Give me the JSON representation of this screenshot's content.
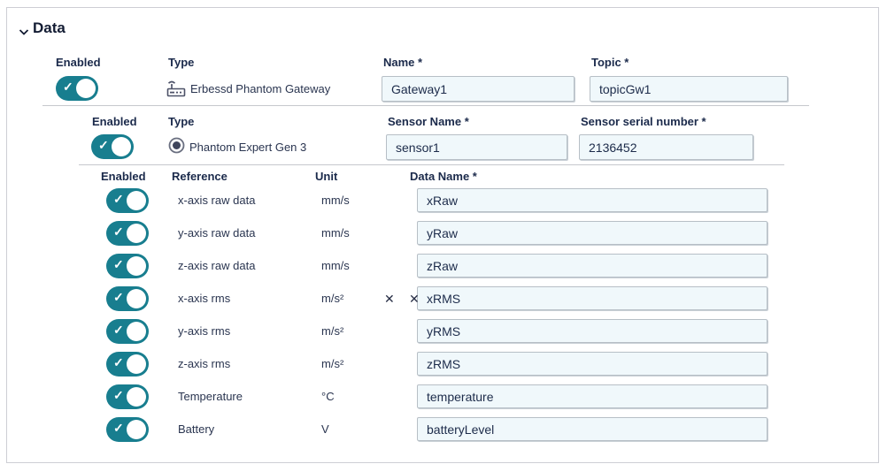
{
  "colors": {
    "accent_teal": "#187E8F",
    "text_dark": "#1B2A4B",
    "input_background": "#F0F8FB",
    "input_border": "#B7BFC6",
    "separator": "#C6C8CD",
    "panel_border": "#CDCED4"
  },
  "icons": {
    "check": "✓",
    "close": "✕",
    "chevron": "chevron-down",
    "gateway": "gateway-router-icon",
    "radio": "radio-selected-icon"
  },
  "section": {
    "title": "Data"
  },
  "gateway": {
    "enabled_label": "Enabled",
    "type_label": "Type",
    "type_value": "Erbessd Phantom Gateway",
    "name_label": "Name *",
    "name_value": "Gateway1",
    "topic_label": "Topic *",
    "topic_value": "topicGw1"
  },
  "sensor": {
    "enabled_label": "Enabled",
    "type_label": "Type",
    "type_value": "Phantom Expert Gen 3",
    "name_label": "Sensor Name *",
    "name_value": "sensor1",
    "serial_label": "Sensor serial number *",
    "serial_value": "2136452"
  },
  "table": {
    "headers": {
      "enabled": "Enabled",
      "reference": "Reference",
      "unit": "Unit",
      "data_name": "Data Name *"
    },
    "rows": [
      {
        "enabled": true,
        "reference": "x-axis raw data",
        "unit": "mm/s",
        "data_name": "xRaw"
      },
      {
        "enabled": true,
        "reference": "y-axis raw data",
        "unit": "mm/s",
        "data_name": "yRaw"
      },
      {
        "enabled": true,
        "reference": "z-axis raw data",
        "unit": "mm/s",
        "data_name": "zRaw"
      },
      {
        "enabled": true,
        "reference": "x-axis rms",
        "unit": "m/s²",
        "data_name": "xRMS"
      },
      {
        "enabled": true,
        "reference": "y-axis rms",
        "unit": "m/s²",
        "data_name": "yRMS"
      },
      {
        "enabled": true,
        "reference": "z-axis rms",
        "unit": "m/s²",
        "data_name": "zRMS"
      },
      {
        "enabled": true,
        "reference": "Temperature",
        "unit": "°C",
        "data_name": "temperature"
      },
      {
        "enabled": true,
        "reference": "Battery",
        "unit": "V",
        "data_name": "batteryLevel"
      }
    ]
  }
}
